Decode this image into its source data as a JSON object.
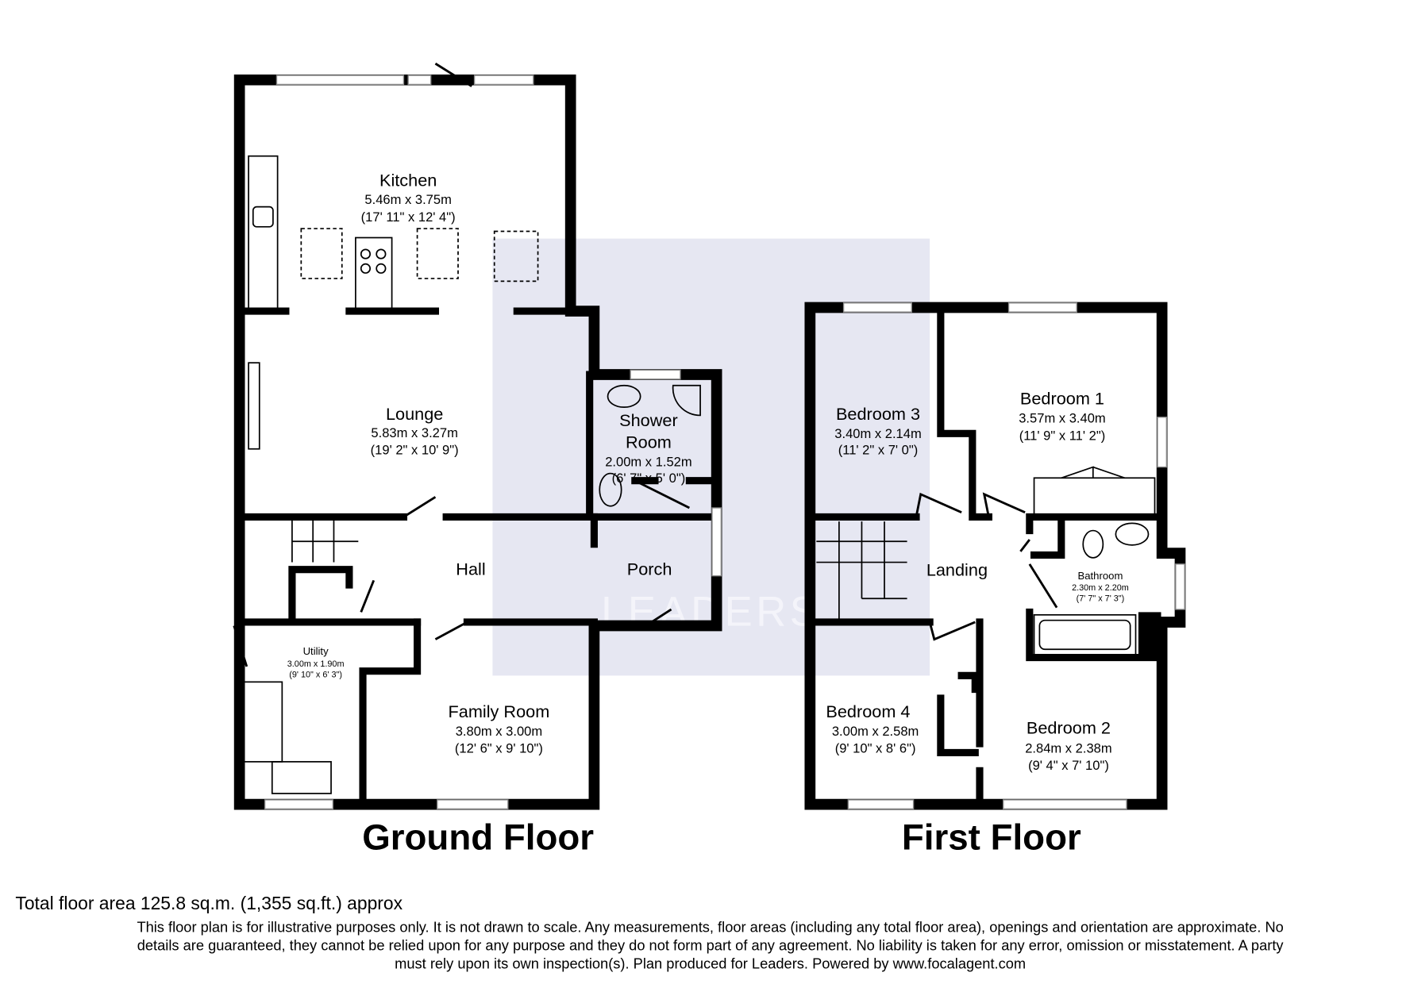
{
  "brand": {
    "watermark": "LEADERS",
    "watermark_color": "#e6e7f2"
  },
  "ground_floor": {
    "title": "Ground Floor",
    "rooms": {
      "kitchen": {
        "name": "Kitchen",
        "metric": "5.46m x 3.75m",
        "imperial": "(17' 11\" x 12' 4\")"
      },
      "lounge": {
        "name": "Lounge",
        "metric": "5.83m x 3.27m",
        "imperial": "(19' 2\" x 10' 9\")"
      },
      "shower": {
        "name_line1": "Shower",
        "name_line2": "Room",
        "metric": "2.00m x 1.52m",
        "imperial": "(6' 7\" x 5' 0\")"
      },
      "hall": {
        "name": "Hall"
      },
      "porch": {
        "name": "Porch"
      },
      "utility": {
        "name": "Utility",
        "metric": "3.00m x 1.90m",
        "imperial": "(9' 10\" x 6' 3\")"
      },
      "family": {
        "name": "Family Room",
        "metric": "3.80m x 3.00m",
        "imperial": "(12' 6\" x 9' 10\")"
      }
    }
  },
  "first_floor": {
    "title": "First Floor",
    "rooms": {
      "bedroom3": {
        "name": "Bedroom 3",
        "metric": "3.40m x 2.14m",
        "imperial": "(11' 2\" x 7' 0\")"
      },
      "bedroom1": {
        "name": "Bedroom 1",
        "metric": "3.57m x 3.40m",
        "imperial": "(11' 9\" x 11' 2\")"
      },
      "landing": {
        "name": "Landing"
      },
      "bathroom": {
        "name": "Bathroom",
        "metric": "2.30m x 2.20m",
        "imperial": "(7' 7\" x 7' 3\")"
      },
      "bedroom4": {
        "name": "Bedroom 4",
        "metric": "3.00m x 2.58m",
        "imperial": "(9' 10\" x 8' 6\")"
      },
      "bedroom2": {
        "name": "Bedroom 2",
        "metric": "2.84m x 2.38m",
        "imperial": "(9' 4\" x 7' 10\")"
      }
    }
  },
  "footer": {
    "total": "Total floor area 125.8 sq.m. (1,355 sq.ft.) approx",
    "disclaimer_line1": "This floor plan is for illustrative purposes only. It is not drawn to scale. Any measurements, floor areas (including any total floor area), openings and orientation are approximate. No",
    "disclaimer_line2": "details are guaranteed, they cannot be relied upon for any purpose and they do not form part of any agreement. No liability is taken for any error, omission or misstatement. A party",
    "disclaimer_line3": "must rely upon its own inspection(s). Plan produced for Leaders. Powered by www.focalagent.com"
  }
}
